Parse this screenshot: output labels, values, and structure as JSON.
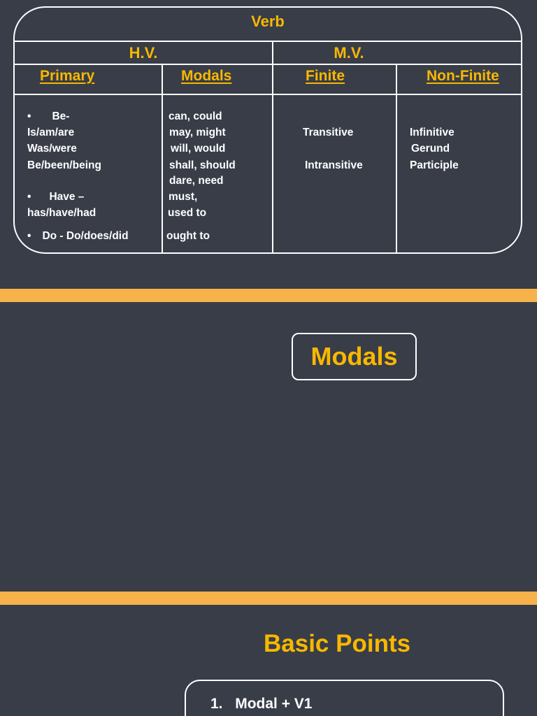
{
  "slide1": {
    "title": "Verb",
    "groups": {
      "hv": "H.V.",
      "mv": "M.V."
    },
    "columns": {
      "primary": "Primary",
      "modals": "Modals",
      "finite": "Finite",
      "non_finite": "Non-Finite"
    },
    "primary": {
      "be_bullet": "•",
      "be_label": "Be-",
      "be_forms": [
        "Is/am/are",
        "Was/were",
        "Be/been/being"
      ],
      "have_bullet": "•",
      "have_label": "Have –",
      "have_forms": "has/have/had",
      "do_bullet": "•",
      "do_label": "Do - Do/does/did"
    },
    "modals": [
      "can, could",
      "may, might",
      "will, would",
      "shall, should",
      "dare, need",
      "must,",
      "used to",
      "ought to"
    ],
    "finite": [
      "Transitive",
      "Intransitive"
    ],
    "non_finite": [
      "Infinitive",
      "Gerund",
      "Participle"
    ]
  },
  "slide2": {
    "title": "Modals"
  },
  "slide3": {
    "title": "Basic Points",
    "items": [
      {
        "number": "1.",
        "text": "Modal + V1"
      }
    ]
  },
  "colors": {
    "background": "#383d48",
    "accent": "#f8b800",
    "band": "#f7b24a",
    "text": "#ffffff"
  }
}
